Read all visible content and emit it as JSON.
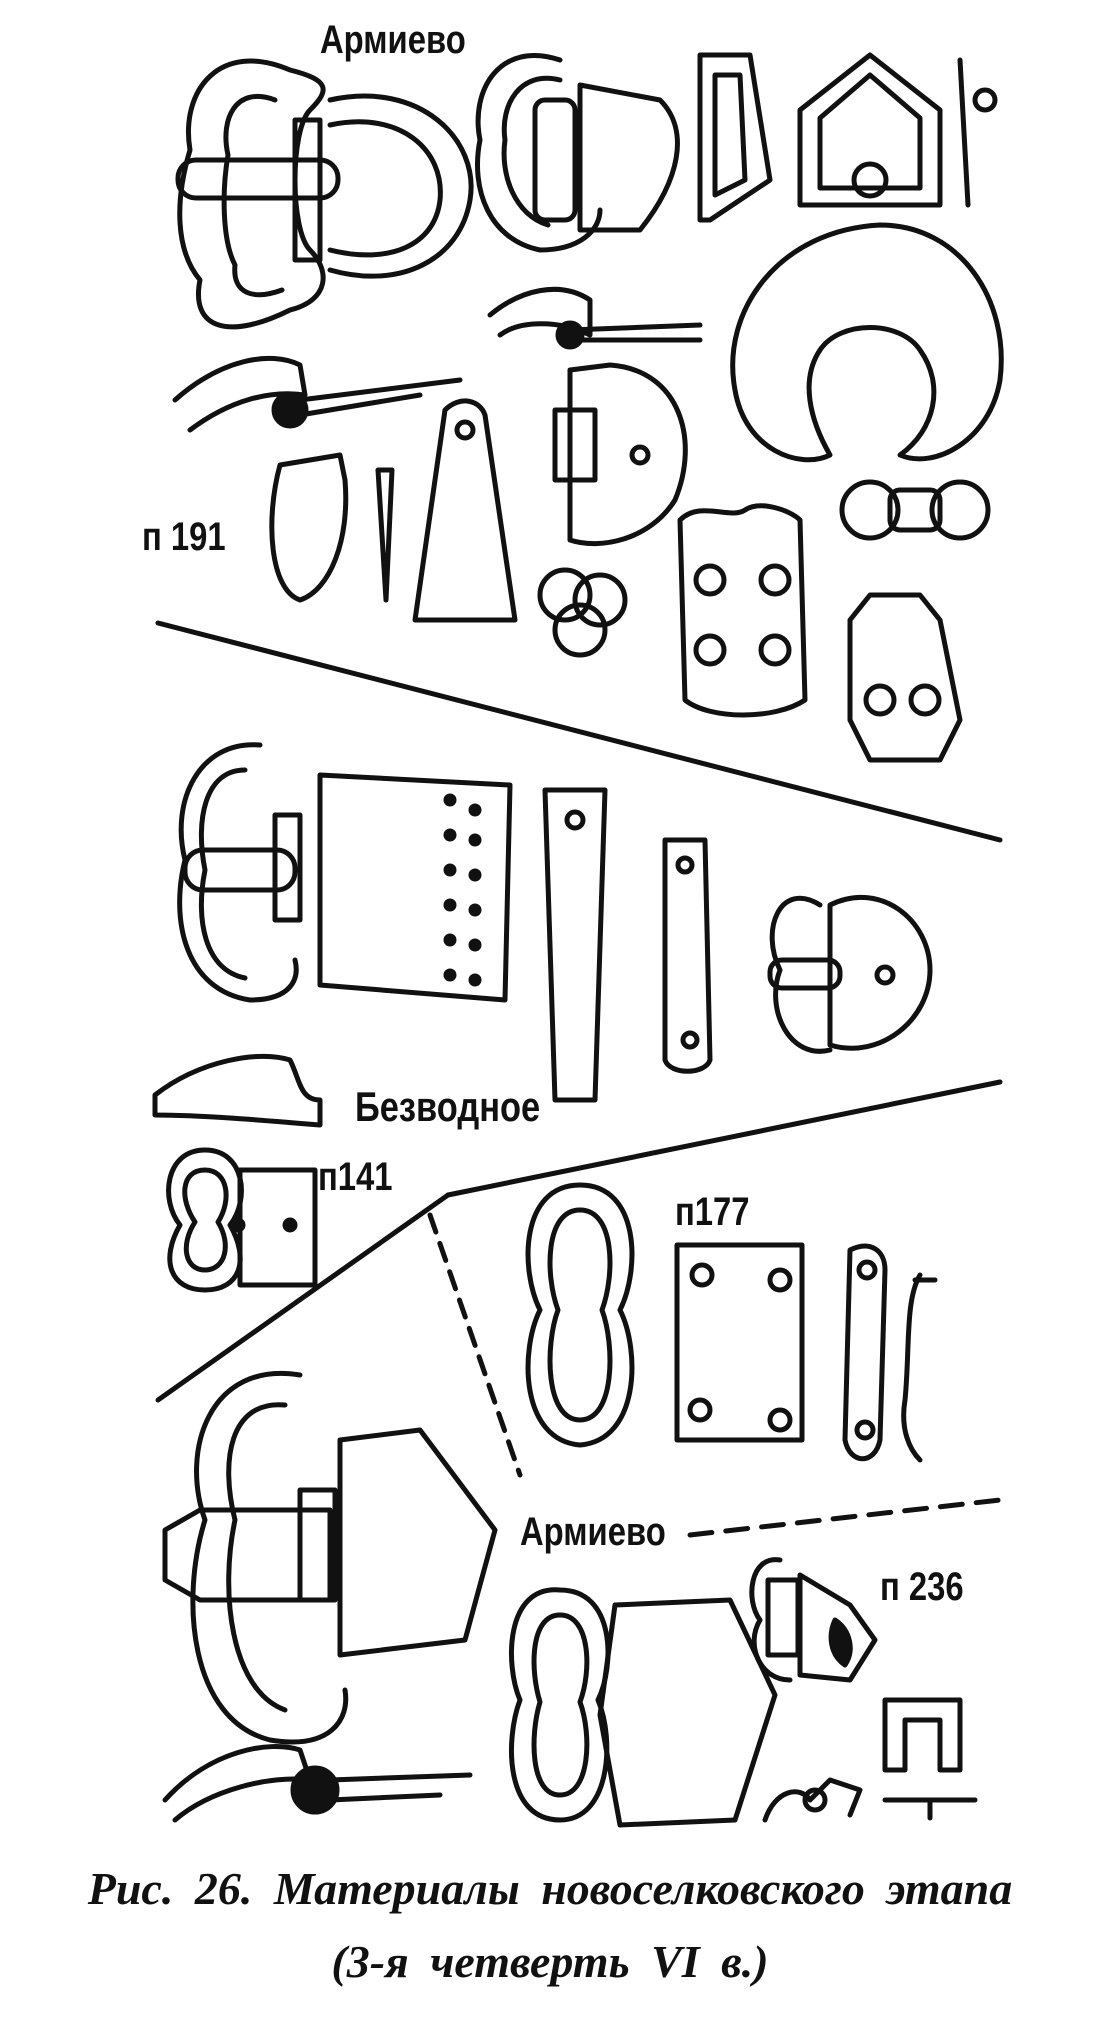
{
  "figure": {
    "labels": {
      "armievo_top": "Армиево",
      "p191": "п 191",
      "bezvodnoe": "Безводное",
      "p141": "п141",
      "p177": "п177",
      "armievo_bottom": "Армиево",
      "p236": "п 236"
    },
    "caption_line1": "Рис. 26. Материалы новоселковского этапа",
    "caption_line2": "(3-я четверть VI в.)"
  }
}
